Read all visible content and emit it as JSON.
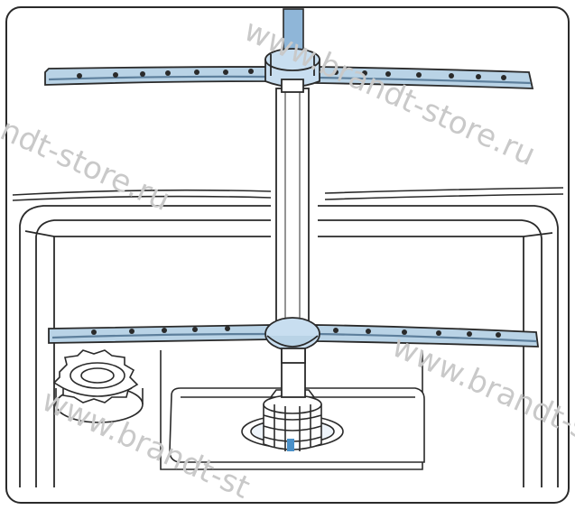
{
  "figure": {
    "subject": "dishwasher-interior-spray-arms",
    "colors": {
      "outline": "#2a2a2a",
      "arm_fill": "#b9d3e6",
      "arm_dark": "#5d7f9c",
      "hub_fill": "#c8def0",
      "tube_fill": "#8fb6d8",
      "background": "#ffffff"
    },
    "components": [
      "upper-spray-arm",
      "water-supply-tube",
      "vertical-feed-tube",
      "lower-spray-arm",
      "salt-reservoir-cap",
      "filter-assembly",
      "sump-tray",
      "lower-rack-rail"
    ]
  },
  "watermarks": [
    "www.brandt-store.ru",
    "ndt-store.ru",
    "www.brandt-s",
    "www.brandt-st"
  ]
}
